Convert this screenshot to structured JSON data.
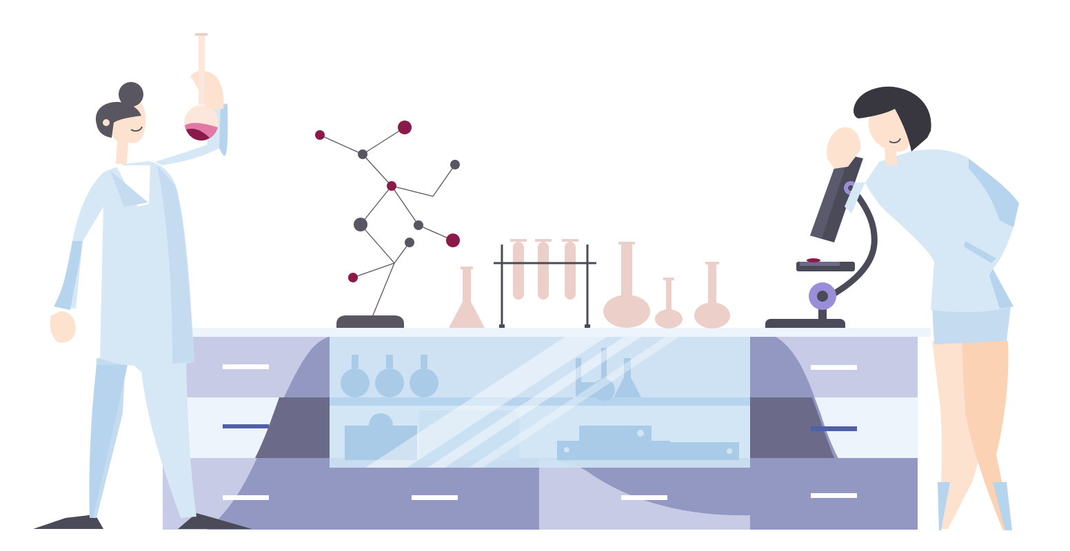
{
  "scene": {
    "description_kind": "flat-vector-illustration",
    "palette": {
      "coat": "#d6e8f5",
      "coat_shadow": "#b6d4ee",
      "skin": "#fde2cf",
      "hair": "#595662",
      "bench_light": "#c8cbe6",
      "bench_mid": "#9298c2",
      "bench_dark": "#6b6a88",
      "glass_pink": "#eccfc9",
      "accent_magenta": "#8b1a4a",
      "accent_purple": "#9b8ed8",
      "glass_blue": "#cfe4f5"
    },
    "elements": {
      "left_scientist": "scientist-with-flask",
      "right_scientist": "scientist-with-microscope",
      "molecule": "molecule-model",
      "rack": "test-tube-rack",
      "bench": "lab-bench",
      "microscope": "microscope"
    }
  }
}
